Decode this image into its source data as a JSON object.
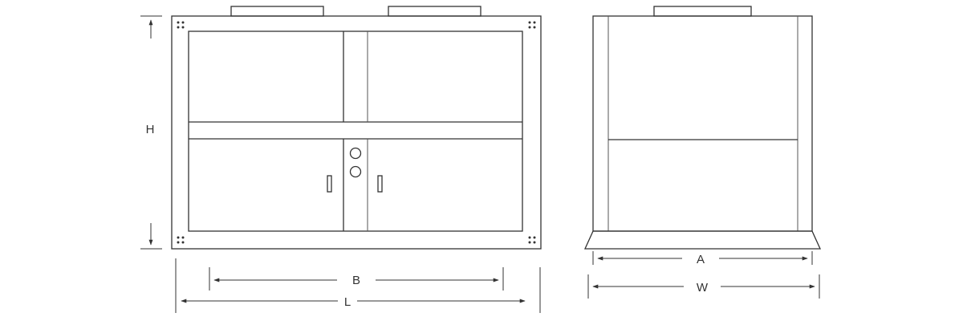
{
  "labels": {
    "height": "H",
    "inner_length": "B",
    "length": "L",
    "inner_width": "A",
    "width": "W"
  },
  "colors": {
    "line": "#333333",
    "background": "#ffffff"
  }
}
